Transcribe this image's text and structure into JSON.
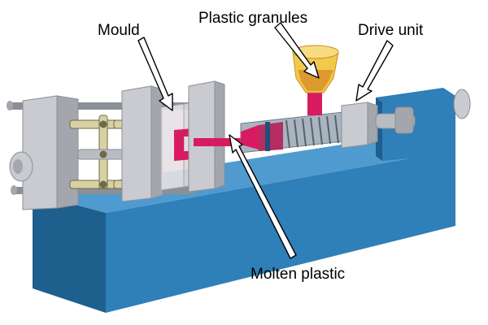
{
  "labels": {
    "mould": "Mould",
    "plastic_granules": "Plastic granules",
    "drive_unit": "Drive unit",
    "molten_plastic": "Molten plastic"
  },
  "colors": {
    "base": "#2f7fb8",
    "base_dark": "#1e5f8e",
    "base_top": "#4f9bd0",
    "frame": "#c9cbd0",
    "frame_dark": "#a3a6ad",
    "tie_bar": "#8c8f95",
    "toggle_link": "#d8d1a3",
    "molten": "#d81b60",
    "screw": "#8d9aa8",
    "hopper": "#f2c94c",
    "hopper_dark": "#c98f1e",
    "arrow": "#000000"
  }
}
